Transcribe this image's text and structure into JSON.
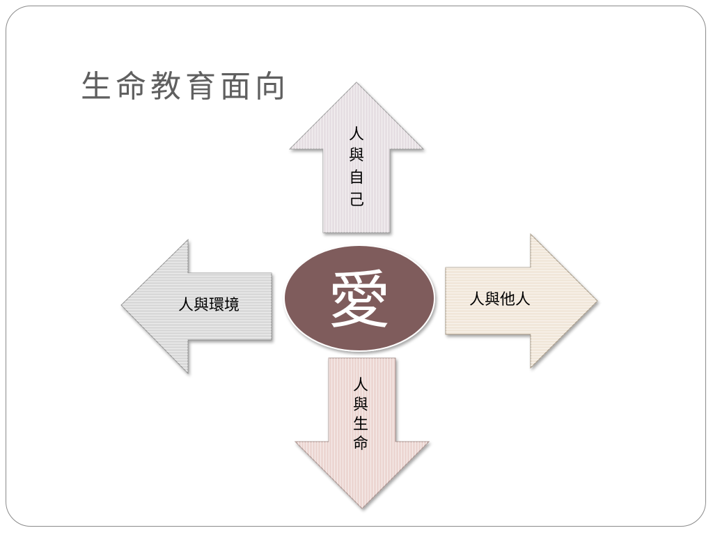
{
  "slide": {
    "title": "生命教育面向"
  },
  "diagram": {
    "center": {
      "label": "愛",
      "fill": "#7f5b5b"
    },
    "arrows": [
      {
        "id": "up",
        "direction": "up",
        "label": "人與自己",
        "orientation": "vertical",
        "fill": "#e6dfe3"
      },
      {
        "id": "left",
        "direction": "left",
        "label": "人與環境",
        "orientation": "horizontal",
        "fill": "#d9d9d9"
      },
      {
        "id": "right",
        "direction": "right",
        "label": "人與他人",
        "orientation": "horizontal",
        "fill": "#f1e7da"
      },
      {
        "id": "down",
        "direction": "down",
        "label": "人與生命",
        "orientation": "vertical",
        "fill": "#ecd6d2"
      }
    ]
  }
}
